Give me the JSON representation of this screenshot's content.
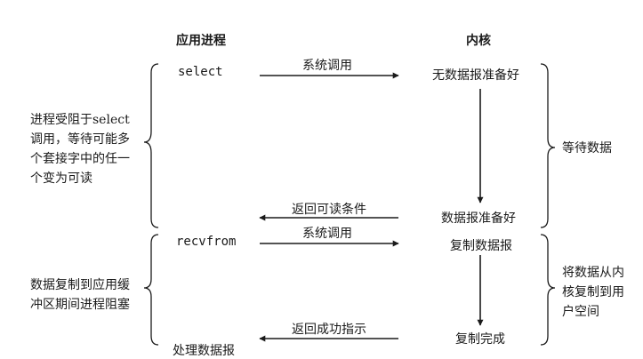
{
  "headers": {
    "app": "应用进程",
    "kernel": "内核"
  },
  "app_side": {
    "select_call": "select",
    "recvfrom_call": "recvfrom",
    "process_data": "处理数据报"
  },
  "kernel_side": {
    "no_datagram_ready": "无数据报准备好",
    "datagram_ready": "数据报准备好",
    "copy_datagram": "复制数据报",
    "copy_complete": "复制完成"
  },
  "arrows": {
    "syscall_1": "系统调用",
    "return_readable": "返回可读条件",
    "syscall_2": "系统调用",
    "return_success": "返回成功指示"
  },
  "left_notes": {
    "block_select": [
      "进程受阻于select",
      "调用，等待可能多",
      "个套接字中的任一",
      "个变为可读"
    ],
    "block_copy": [
      "数据复制到应用缓",
      "冲区期间进程阻塞"
    ]
  },
  "right_notes": {
    "wait_data": "等待数据",
    "copy_to_user": [
      "将数据从内",
      "核复制到用",
      "户空间"
    ]
  }
}
